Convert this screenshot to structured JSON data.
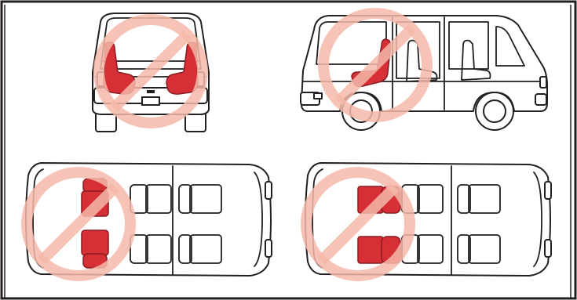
{
  "figure": {
    "colors": {
      "outline": "#231f20",
      "seat_fill": "#d62f36",
      "seat_stroke": "#8a1c21",
      "prohibition": "#f4b9a9",
      "background": "#ffffff"
    },
    "panels": [
      {
        "view": "rear",
        "icon": "no-sign-icon"
      },
      {
        "view": "side",
        "icon": "no-sign-icon"
      },
      {
        "view": "top-rear-facing-seats",
        "icon": "no-sign-icon"
      },
      {
        "view": "top-forward-facing-seats",
        "icon": "no-sign-icon"
      }
    ]
  }
}
